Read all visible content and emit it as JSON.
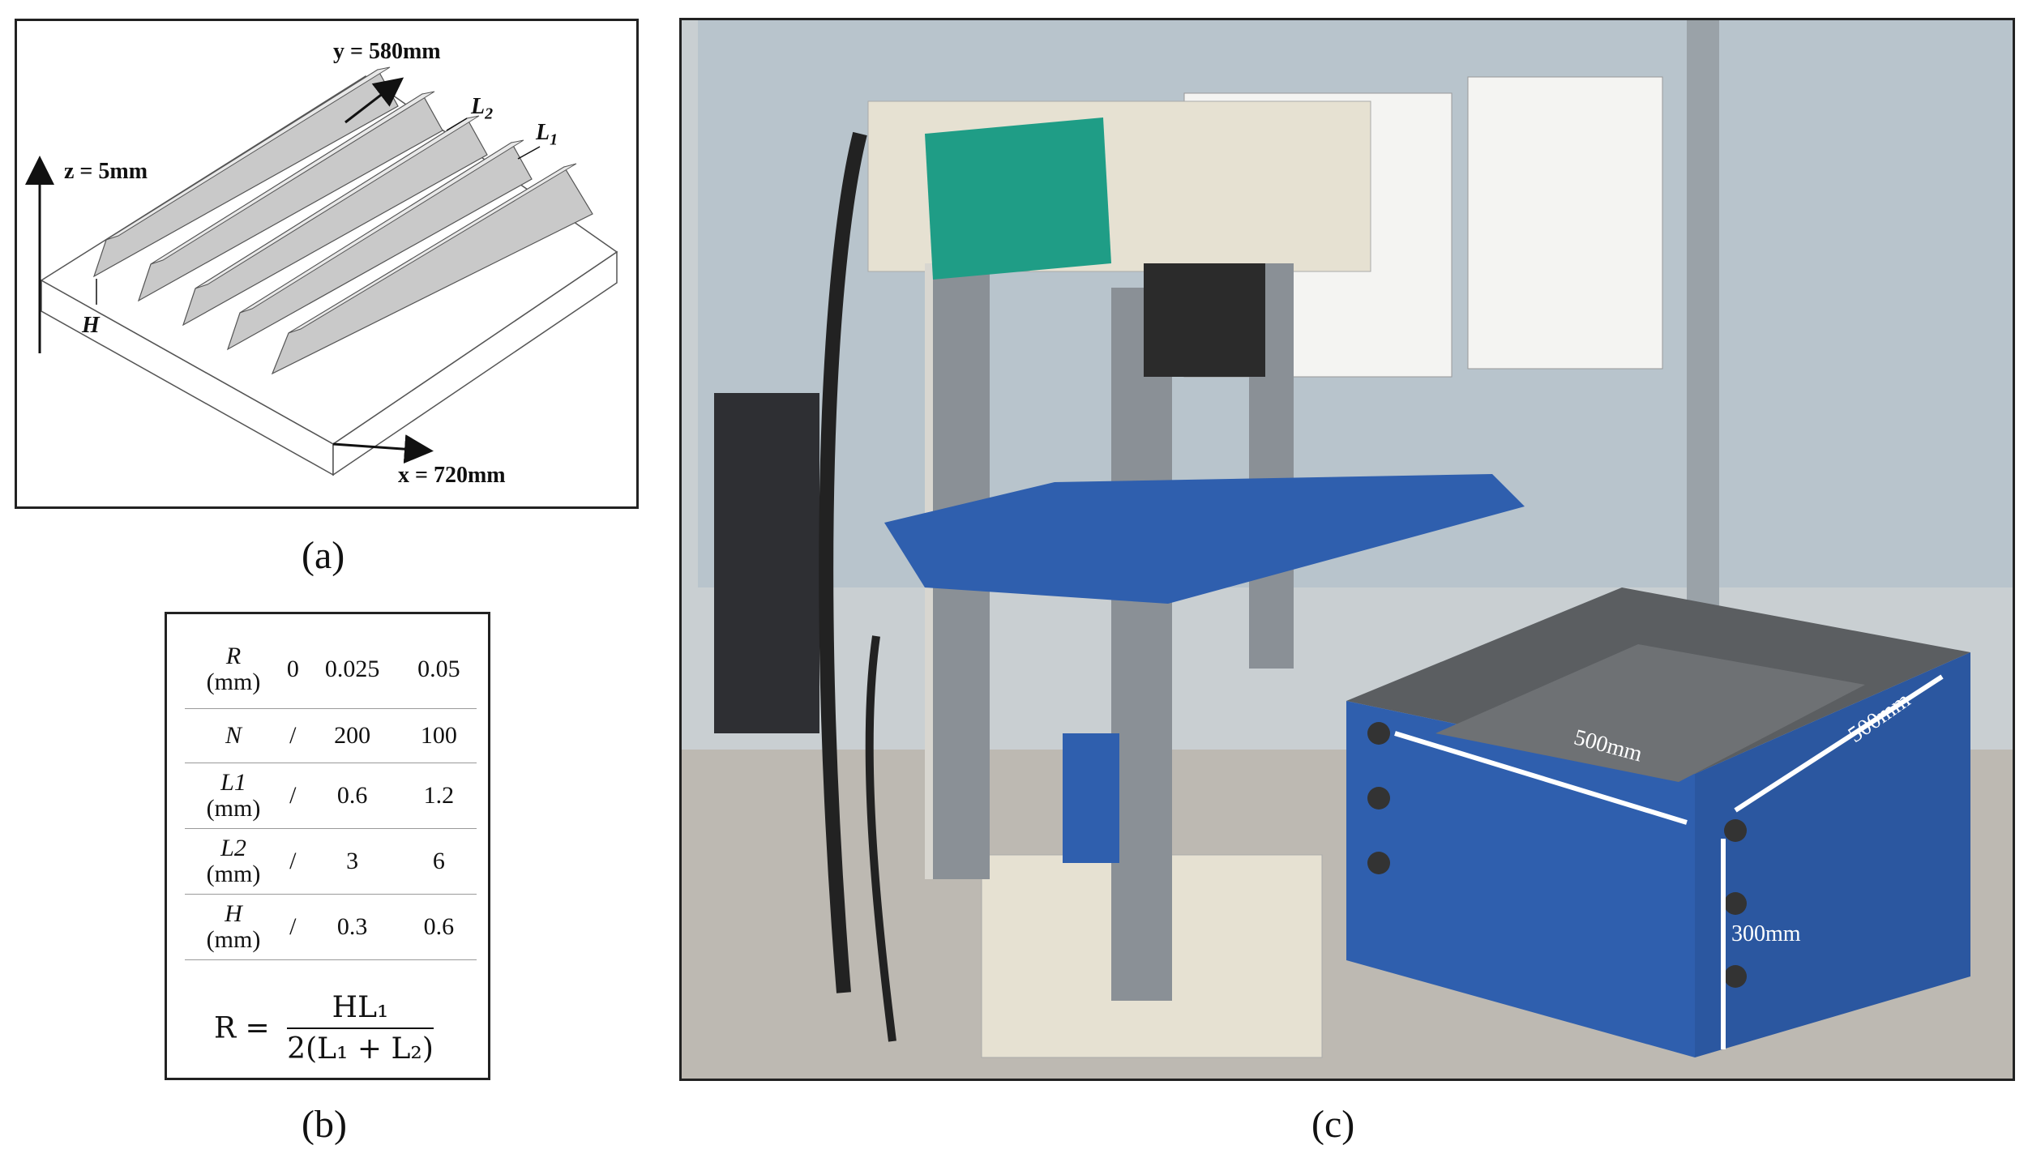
{
  "panel_a": {
    "y_label": "y = 580mm",
    "z_label": "z = 5mm",
    "x_label": "x = 720mm",
    "h_label": "H",
    "l1_label": "L",
    "l1_sub": "1",
    "l2_label": "L",
    "l2_sub": "2",
    "caption": "(a)"
  },
  "panel_b": {
    "rows": [
      {
        "label": "R",
        "unit": "(mm)",
        "values": [
          "0",
          "0.025",
          "0.05"
        ]
      },
      {
        "label": "N",
        "unit": "",
        "values": [
          "/",
          "200",
          "100"
        ]
      },
      {
        "label": "L1",
        "unit": "(mm)",
        "values": [
          "/",
          "0.6",
          "1.2"
        ]
      },
      {
        "label": "L2",
        "unit": "(mm)",
        "values": [
          "/",
          "3",
          "6"
        ]
      },
      {
        "label": "H",
        "unit": "(mm)",
        "values": [
          "/",
          "0.3",
          "0.6"
        ]
      }
    ],
    "formula_lhs": "R =",
    "formula_num": "HL₁",
    "formula_den": "2(L₁ + L₂)",
    "caption": "(b)"
  },
  "panel_c": {
    "dim_length": "500mm",
    "dim_width": "500mm",
    "dim_height": "300mm",
    "caption": "(c)",
    "colors": {
      "machine_blue": "#2f5fae",
      "frame_cream": "#e6e1d2",
      "steel": "#8a9096"
    }
  }
}
